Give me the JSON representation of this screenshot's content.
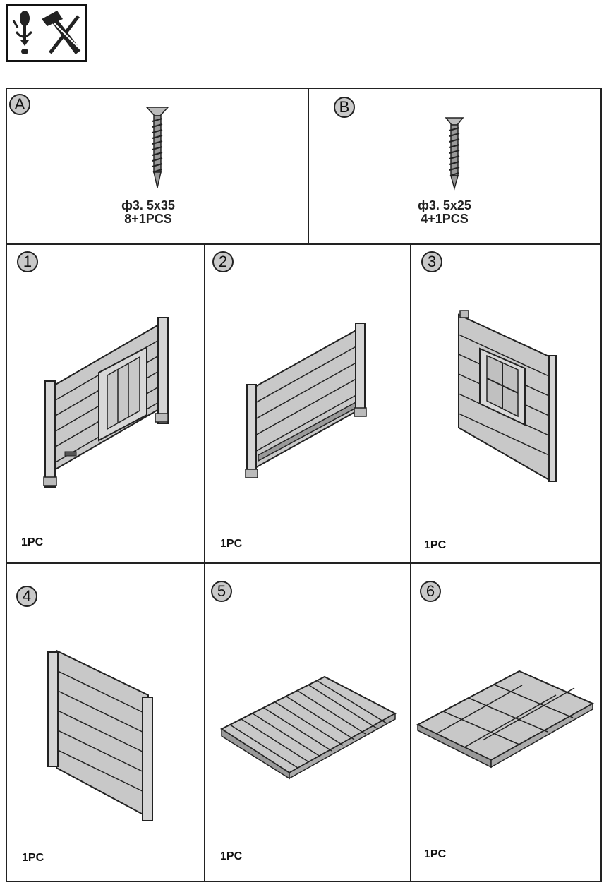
{
  "tool_icon": {
    "icons": [
      "screwdriver-icon",
      "no-hammer-icon"
    ]
  },
  "hardware": [
    {
      "label": "A",
      "spec": "ф3. 5x35",
      "qty": "8+1PCS"
    },
    {
      "label": "B",
      "spec": "ф3. 5x25",
      "qty": "4+1PCS"
    }
  ],
  "parts": [
    {
      "number": "1",
      "qty": "1PC",
      "depicts": "wall-panel-with-door"
    },
    {
      "number": "2",
      "qty": "1PC",
      "depicts": "wall-panel-plain"
    },
    {
      "number": "3",
      "qty": "1PC",
      "depicts": "wall-panel-with-window"
    },
    {
      "number": "4",
      "qty": "1PC",
      "depicts": "side-wall-panel"
    },
    {
      "number": "5",
      "qty": "1PC",
      "depicts": "floor-panel"
    },
    {
      "number": "6",
      "qty": "1PC",
      "depicts": "roof-panel"
    }
  ],
  "colors": {
    "panel_fill": "#c8c8c8",
    "line": "#222222"
  }
}
